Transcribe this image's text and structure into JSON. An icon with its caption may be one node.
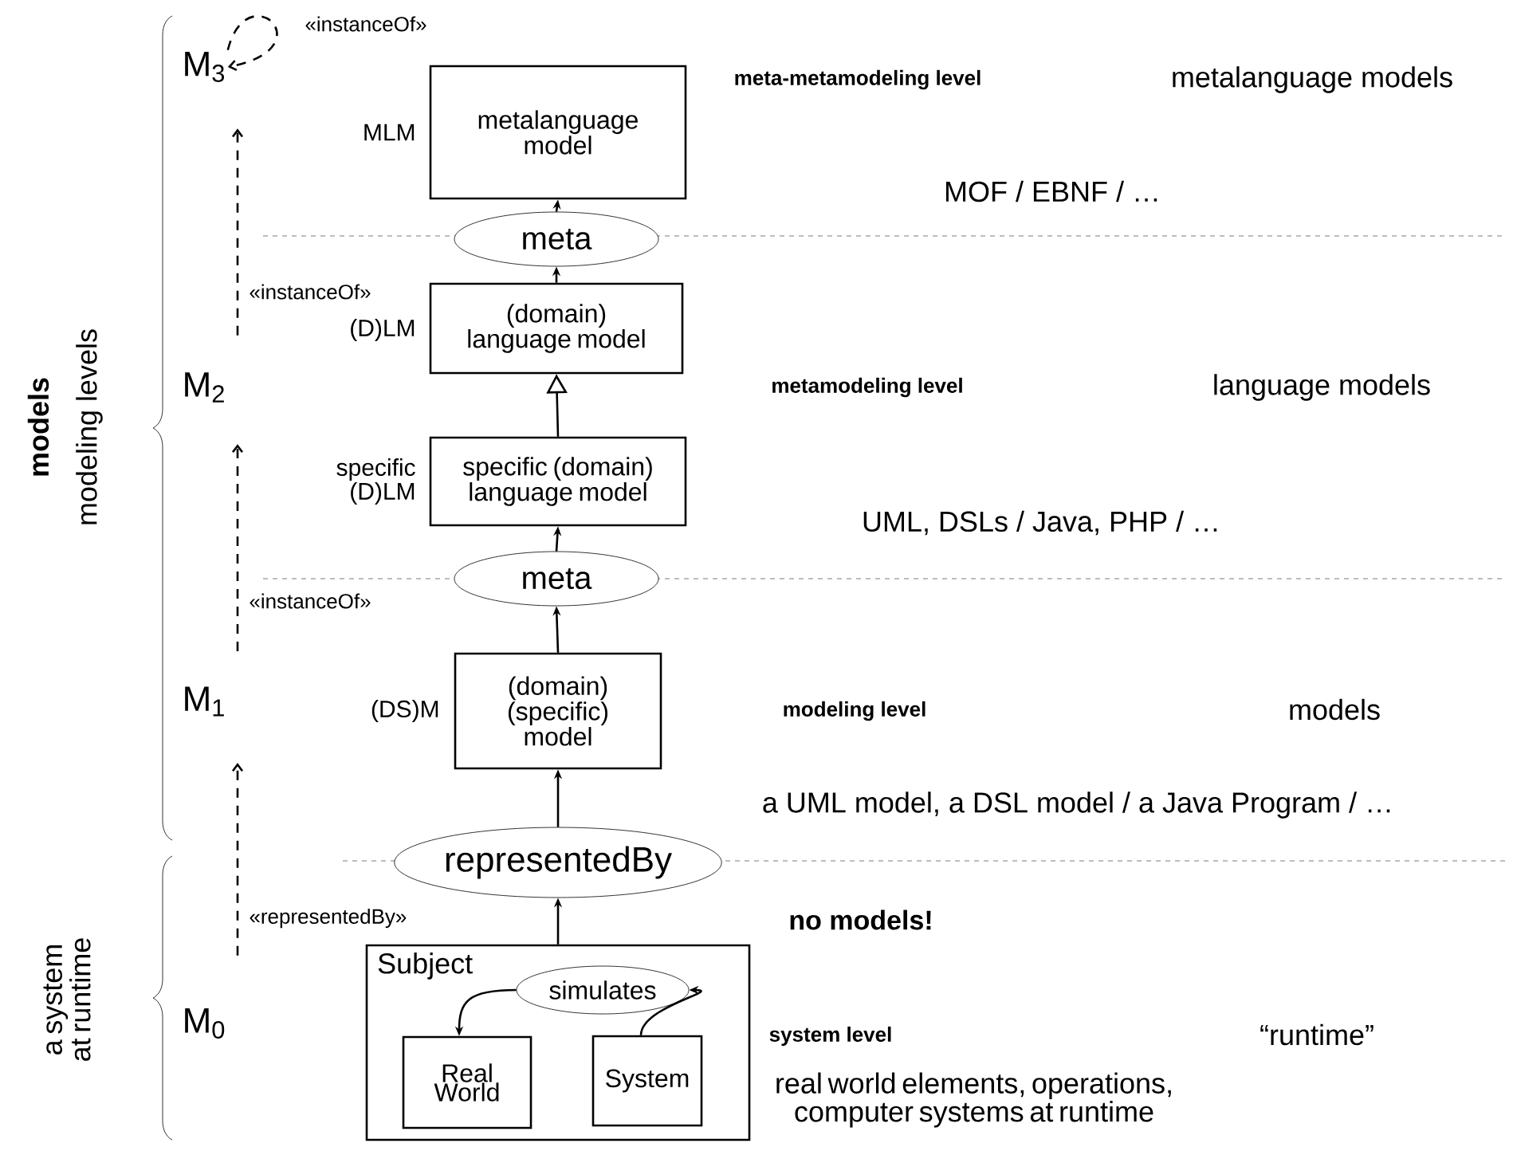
{
  "diagram": {
    "nodes": [
      {
        "text": [
          "M$_{3}$"
        ]
      },
      {
        "text": [
          "M$_{2}$"
        ]
      },
      {
        "text": [
          "M$_{1}$"
        ]
      },
      {
        "text": [
          "M$_{0}$"
        ]
      },
      {
        "text": [
          "metalanguage model"
        ],
        "beside": [
          "MLM"
        ]
      },
      {
        "text": [
          "meta"
        ]
      },
      {
        "text": [
          "(domain) language model"
        ],
        "beside": [
          "(D)LM"
        ]
      },
      {
        "text": [
          "specific (domain) language model"
        ],
        "beside": [
          "specific (D)LM"
        ]
      },
      {
        "text": [
          "meta"
        ]
      },
      {
        "text": [
          "(domain) (specific) model"
        ],
        "beside": [
          "(DS)M"
        ]
      },
      {
        "text": [
          "representedBy"
        ]
      },
      {
        "text": [
          "Subject"
        ]
      },
      {
        "text": [
          "simulates"
        ],
        "in": 11
      },
      {
        "text": [
          "Real World"
        ],
        "in": 11
      },
      {
        "text": [
          "System"
        ],
        "in": 11
      }
    ],
    "edges": [
      {
        "from": 0,
        "to": 0,
        "arrow": "to",
        "style": "dashed",
        "label": "«instanceOf»"
      },
      {
        "from": 1,
        "to": 0,
        "arrow": "to",
        "style": "dashed",
        "label": "«instanceOf»"
      },
      {
        "from": 2,
        "to": 1,
        "arrow": "to",
        "style": "dashed",
        "label": "«instanceOf»"
      },
      {
        "from": 3,
        "to": 2,
        "arrow": "to",
        "style": "dashed",
        "label": "«representedBy»"
      },
      {
        "from": 5,
        "to": 4,
        "arrow": "to"
      },
      {
        "from": 6,
        "to": 5,
        "arrow": "to"
      },
      {
        "from": 7,
        "to": 6,
        "arrow": "to"
      },
      {
        "from": 8,
        "to": 7,
        "arrow": "to"
      },
      {
        "from": 9,
        "to": 8,
        "arrow": "to"
      },
      {
        "from": 10,
        "to": 9,
        "arrow": "to"
      },
      {
        "from": 11,
        "to": 10,
        "arrow": "to"
      },
      {
        "from": 12,
        "to": 13,
        "arrow": "to"
      },
      {
        "from": 14,
        "to": 12,
        "arrow": "to"
      }
    ],
    "labels": [
      "models",
      "modeling levels",
      "a system at runtime",
      "meta-metamodeling level",
      "metalanguage models",
      "MOF / EBNF / …",
      "metamodeling level",
      "language models",
      "UML, DSLs / Java, PHP / …",
      "modeling level",
      "models",
      "a UML model, a DSL model / a Java Program / …",
      "no models!",
      "system level",
      "“runtime”",
      "real world elements, operations, computer systems at runtime"
    ]
  }
}
